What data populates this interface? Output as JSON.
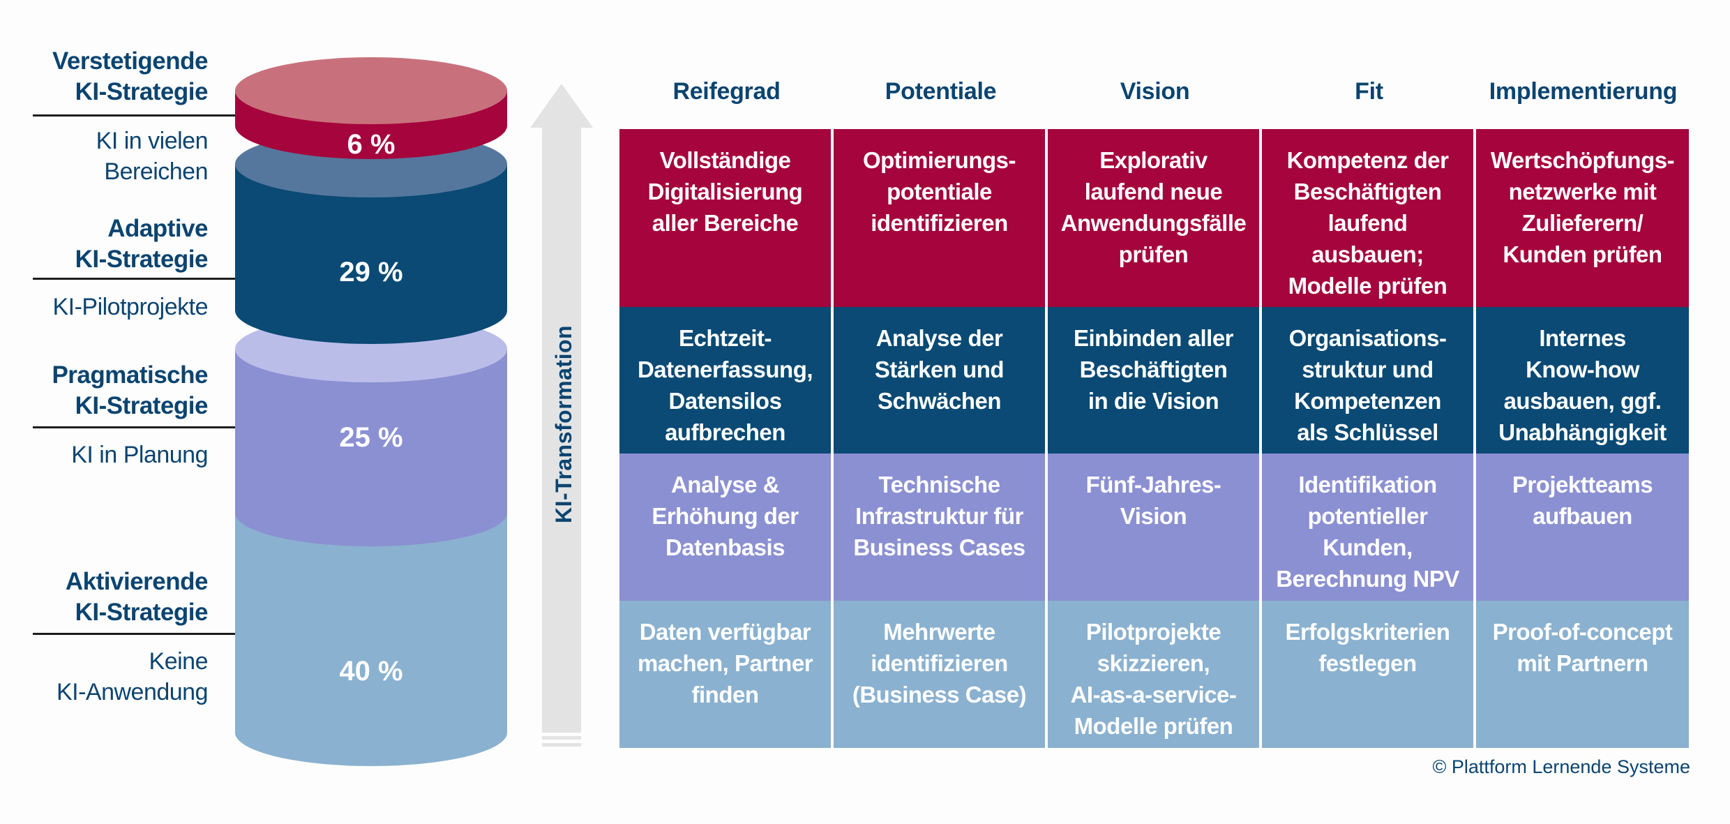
{
  "strategies": [
    {
      "title": "Verstetigende KI-Strategie",
      "title_lines": [
        "Verstetigende",
        "KI-Strategie"
      ],
      "desc_lines": [
        "KI in vielen",
        "Bereichen"
      ],
      "percent": 6,
      "percent_label": "6 %"
    },
    {
      "title": "Adaptive KI-Strategie",
      "title_lines": [
        "Adaptive",
        "KI-Strategie"
      ],
      "desc_lines": [
        "KI-Pilotprojekte"
      ],
      "percent": 29,
      "percent_label": "29 %"
    },
    {
      "title": "Pragmatische KI-Strategie",
      "title_lines": [
        "Pragmatische",
        "KI-Strategie"
      ],
      "desc_lines": [
        "KI in Planung"
      ],
      "percent": 25,
      "percent_label": "25 %"
    },
    {
      "title": "Aktivierende KI-Strategie",
      "title_lines": [
        "Aktivierende",
        "KI-Strategie"
      ],
      "desc_lines": [
        "Keine",
        "KI-Anwendung"
      ],
      "percent": 40,
      "percent_label": "40 %"
    }
  ],
  "arrow_label": "KI-Transformation",
  "columns": [
    "Reifegrad",
    "Potentiale",
    "Vision",
    "Fit",
    "Implementierung"
  ],
  "rows": [
    {
      "strategy": "Verstetigende KI-Strategie",
      "color": "#a5043c",
      "cells": [
        "Vollständige\nDigitalisierung\naller Bereiche",
        "Optimierungs-\npotentiale\nidentifizieren",
        "Explorativ\nlaufend neue\nAnwendungsfälle\nprüfen",
        "Kompetenz der\nBeschäftigten\nlaufend\nausbauen;\nModelle prüfen",
        "Wertschöpfungs-\nnetzwerke mit\nZulieferern/\nKunden prüfen"
      ]
    },
    {
      "strategy": "Adaptive KI-Strategie",
      "color": "#0a4a74",
      "cells": [
        "Echtzeit-\nDatenerfassung,\nDatensilos\naufbrechen",
        "Analyse der\nStärken und\nSchwächen",
        "Einbinden aller\nBeschäftigten\nin die Vision",
        "Organisations-\nstruktur und\nKompetenzen\nals Schlüssel",
        "Internes\nKnow-how\nausbauen, ggf.\nUnabhängigkeit"
      ]
    },
    {
      "strategy": "Pragmatische KI-Strategie",
      "color": "#8b90d2",
      "cells": [
        "Analyse &\nErhöhung der\nDatenbasis",
        "Technische\nInfrastruktur für\nBusiness Cases",
        "Fünf-Jahres-\nVision",
        "Identifikation\npotentieller\nKunden,\nBerechnung NPV",
        "Projektteams\naufbauen"
      ]
    },
    {
      "strategy": "Aktivierende KI-Strategie",
      "color": "#8ab1cf",
      "cells": [
        "Daten verfügbar\nmachen, Partner\nfinden",
        "Mehrwerte\nidentifizieren\n(Business Case)",
        "Pilotprojekte\nskizzieren,\nAI-as-a-service-\nModelle prüfen",
        "Erfolgskriterien\nfestlegen",
        "Proof-of-concept\nmit Partnern"
      ]
    }
  ],
  "cylinder_colors": {
    "verstetigend_side": "#a5043c",
    "verstetigend_top": "#c8717c",
    "adaptiv_side": "#0a4a74",
    "adaptiv_top": "#56779d",
    "pragmatisch_side": "#8b90d2",
    "pragmatisch_top": "#bbbde9",
    "aktivierend_side": "#8ab1cf",
    "aktivierend_top": "#bad1e5"
  },
  "copyright": "© Plattform Lernende Systeme"
}
